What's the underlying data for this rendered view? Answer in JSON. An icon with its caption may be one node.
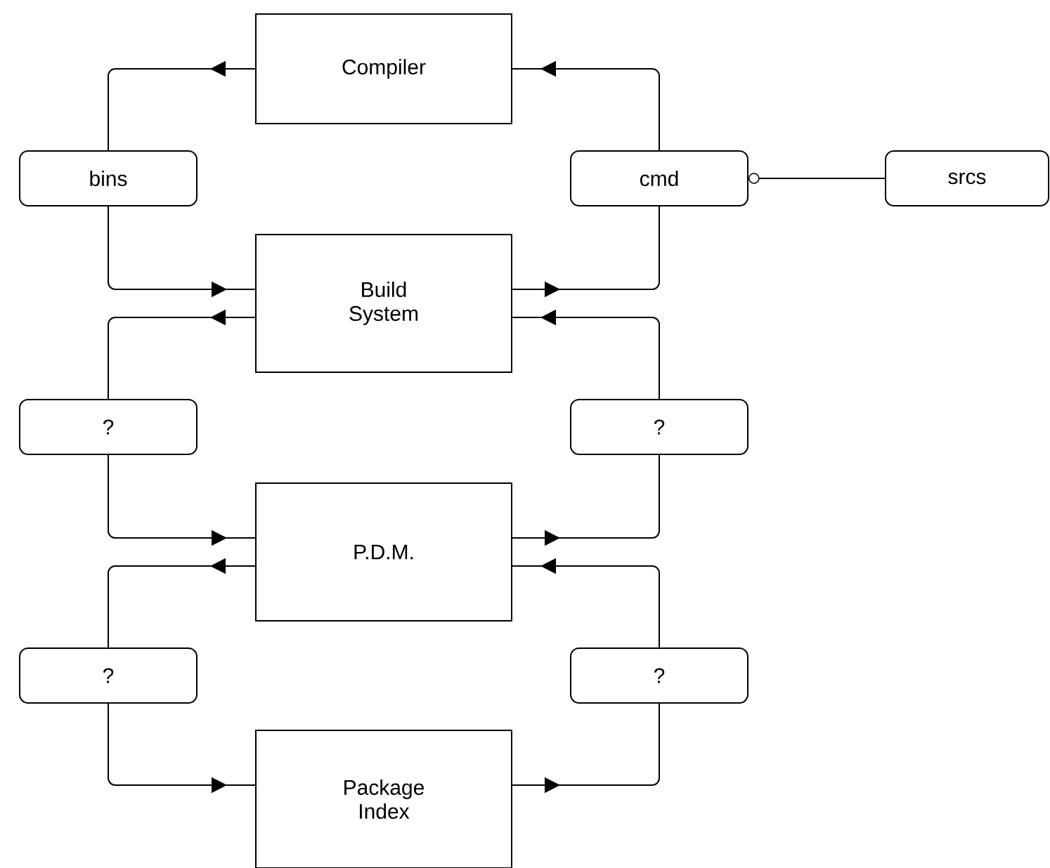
{
  "diagram": {
    "nodes": [
      {
        "text": [
          "Compiler"
        ]
      },
      {
        "text": [
          "bins"
        ]
      },
      {
        "text": [
          "cmd"
        ]
      },
      {
        "text": [
          "srcs"
        ]
      },
      {
        "text": [
          "Build System"
        ]
      },
      {
        "text": [
          "?"
        ]
      },
      {
        "text": [
          "?"
        ]
      },
      {
        "text": [
          "P.D.M."
        ]
      },
      {
        "text": [
          "?"
        ]
      },
      {
        "text": [
          "?"
        ]
      },
      {
        "text": [
          "Package Index"
        ]
      }
    ],
    "edges": [
      {
        "from": 0,
        "to": 1,
        "arrow": "to"
      },
      {
        "from": 1,
        "to": 4,
        "arrow": "to"
      },
      {
        "from": 2,
        "to": 0,
        "arrow": "to"
      },
      {
        "from": 4,
        "to": 2,
        "arrow": "to"
      },
      {
        "from": 3,
        "to": 2,
        "arrow": "other"
      },
      {
        "from": 4,
        "to": 5,
        "arrow": "to"
      },
      {
        "from": 6,
        "to": 4,
        "arrow": "to"
      },
      {
        "from": 5,
        "to": 7,
        "arrow": "to"
      },
      {
        "from": 7,
        "to": 6,
        "arrow": "to"
      },
      {
        "from": 7,
        "to": 8,
        "arrow": "to"
      },
      {
        "from": 9,
        "to": 7,
        "arrow": "to"
      },
      {
        "from": 8,
        "to": 10,
        "arrow": "to"
      },
      {
        "from": 10,
        "to": 9,
        "arrow": "to"
      }
    ]
  }
}
